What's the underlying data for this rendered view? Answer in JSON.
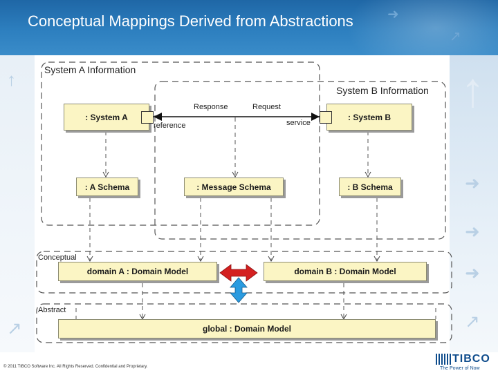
{
  "slide": {
    "title": "Conceptual Mappings Derived from Abstractions",
    "footer": "© 2011 TIBCO Software Inc. All Rights Reserved. Confidential and Proprietary.",
    "logo_text": "TIBCO",
    "logo_tagline": "The Power of Now"
  },
  "diagram": {
    "regions": {
      "system_a": "System A Information",
      "system_b": "System B Information",
      "conceptual": "Conceptual",
      "abstract": "Abstract"
    },
    "nodes": {
      "system_a": ": System A",
      "system_b": ": System B",
      "a_schema": ": A Schema",
      "message_schema": ": Message Schema",
      "b_schema": ": B Schema",
      "domain_a": "domain A : Domain Model",
      "domain_b": "domain B : Domain Model",
      "global": "global : Domain Model"
    },
    "connector_labels": {
      "response": "Response",
      "request": "Request",
      "reference": "reference",
      "service": "service"
    },
    "colors": {
      "node_fill": "#fbf5c4",
      "horizontal_mapping_arrow": "#d42020",
      "vertical_mapping_arrow": "#2b9be0",
      "header_blue": "#2d7fbf"
    }
  }
}
